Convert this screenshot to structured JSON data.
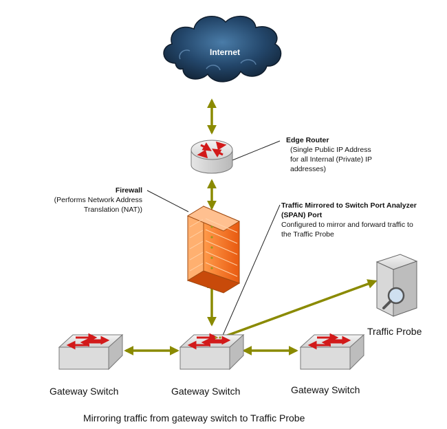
{
  "colors": {
    "link": "#8a8a00",
    "cloud": "#1f3f5e",
    "firewall": "#f07020",
    "arrow_red": "#d21a1a",
    "device_gray": "#cfcfcf"
  },
  "nodes": {
    "internet": {
      "label": "Internet",
      "icon": "cloud-icon"
    },
    "edge_router": {
      "title": "Edge Router",
      "desc": [
        "(Single Public IP Address",
        "for all Internal (Private) IP",
        "addresses)"
      ],
      "icon": "router-icon"
    },
    "firewall": {
      "title": "Firewall",
      "desc": [
        "(Performs Network Address",
        "Translation (NAT))"
      ],
      "icon": "firewall-icon"
    },
    "span_port": {
      "title": [
        "Traffic Mirrored to Switch Port Analyzer",
        "(SPAN) Port"
      ],
      "desc": [
        "Configured to mirror and forward traffic to",
        "the Traffic Probe"
      ]
    },
    "traffic_probe": {
      "label": "Traffic Probe",
      "icon": "server-magnifier-icon"
    },
    "switch_left": {
      "label": "Gateway Switch",
      "icon": "switch-icon"
    },
    "switch_center": {
      "label": "Gateway Switch",
      "icon": "switch-icon"
    },
    "switch_right": {
      "label": "Gateway Switch",
      "icon": "switch-icon"
    }
  },
  "caption": "Mirroring traffic from gateway switch to Traffic Probe"
}
